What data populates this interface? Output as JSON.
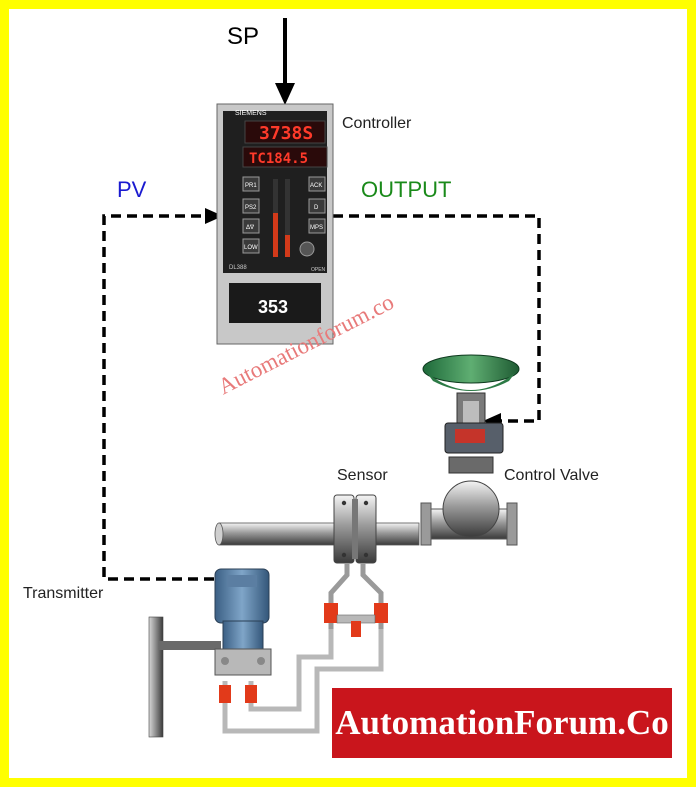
{
  "colors": {
    "frame": "#ffff00",
    "pv_label": "#1a1ad0",
    "output_label": "#1a8a1a",
    "watermark": "#e87a7a",
    "banner": "#c9151c",
    "signal_line": "#000000"
  },
  "labels": {
    "sp": "SP",
    "controller": "Controller",
    "pv": "PV",
    "output": "OUTPUT",
    "sensor": "Sensor",
    "control_valve": "Control Valve",
    "transmitter": "Transmitter"
  },
  "controller_panel": {
    "brand": "SIEMENS",
    "display_top": "3738S",
    "display_middle": "TC184.5",
    "display_bottom": "353",
    "buttons_left": [
      "PR1",
      "PS2",
      "Δ∇",
      "LOW"
    ],
    "buttons_right": [
      "ACK",
      "D",
      "MPS"
    ],
    "footer_left": "DL388",
    "footer_right": "OPEN"
  },
  "watermark": "Automationforum.co",
  "brand_banner": "AutomationForum.Co"
}
